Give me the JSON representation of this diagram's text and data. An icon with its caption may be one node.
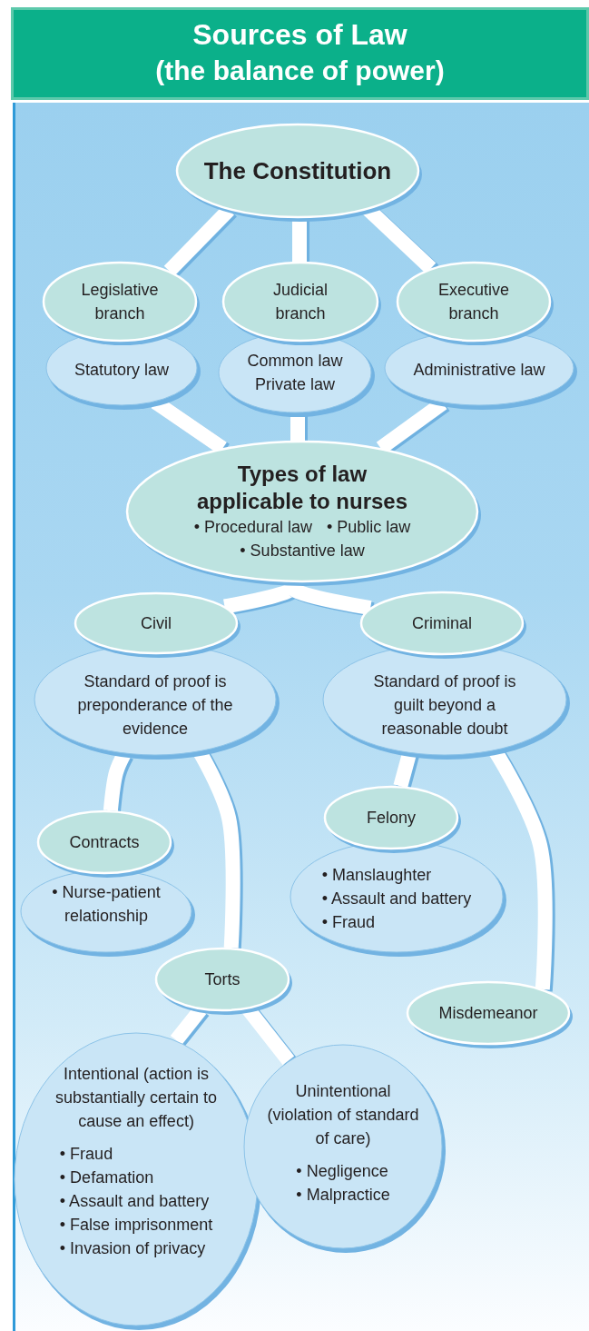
{
  "diagram": {
    "title": "Sources of Law",
    "nodes": [
      {
        "text": [
          "The Constitution"
        ]
      },
      {
        "text": [
          "Legislative branch"
        ]
      },
      {
        "text": [
          "Statutory law"
        ]
      },
      {
        "text": [
          "Judicial branch"
        ]
      },
      {
        "text": [
          "Common law",
          "Private law"
        ]
      },
      {
        "text": [
          "Executive branch"
        ]
      },
      {
        "text": [
          "Administrative law"
        ]
      },
      {
        "text": [
          "Types of law applicable to nurses",
          "• Procedural law",
          "• Public law",
          "• Substantive law"
        ]
      },
      {
        "text": [
          "Civil"
        ]
      },
      {
        "text": [
          "Standard of proof is preponderance of the evidence"
        ]
      },
      {
        "text": [
          "Criminal"
        ]
      },
      {
        "text": [
          "Standard of proof is guilt beyond a reasonable doubt"
        ]
      },
      {
        "text": [
          "Contracts"
        ]
      },
      {
        "text": [
          "• Nurse-patient relationship"
        ]
      },
      {
        "text": [
          "Felony"
        ]
      },
      {
        "text": [
          "• Manslaughter",
          "• Assault and battery",
          "• Fraud"
        ]
      },
      {
        "text": [
          "Torts"
        ]
      },
      {
        "text": [
          "Misdemeanor"
        ]
      },
      {
        "text": [
          "Intentional (action is substantially certain to cause an effect)",
          "• Fraud",
          "• Defamation",
          "• Assault and battery",
          "• False imprisonment",
          "• Invasion of privacy"
        ]
      },
      {
        "text": [
          "Unintentional (violation of standard of care)",
          "• Negligence",
          "• Malpractice"
        ]
      }
    ],
    "edges": [
      {
        "from": 0,
        "to": 1,
        "arrow": "none"
      },
      {
        "from": 0,
        "to": 3,
        "arrow": "none"
      },
      {
        "from": 0,
        "to": 5,
        "arrow": "none"
      },
      {
        "from": 2,
        "to": 7,
        "arrow": "none"
      },
      {
        "from": 4,
        "to": 7,
        "arrow": "none"
      },
      {
        "from": 6,
        "to": 7,
        "arrow": "none"
      },
      {
        "from": 7,
        "to": 8,
        "arrow": "none"
      },
      {
        "from": 7,
        "to": 10,
        "arrow": "none"
      },
      {
        "from": 9,
        "to": 12,
        "arrow": "none"
      },
      {
        "from": 9,
        "to": 16,
        "arrow": "none"
      },
      {
        "from": 11,
        "to": 14,
        "arrow": "none"
      },
      {
        "from": 11,
        "to": 17,
        "arrow": "none"
      },
      {
        "from": 16,
        "to": 18,
        "arrow": "none"
      },
      {
        "from": 16,
        "to": 19,
        "arrow": "none"
      }
    ],
    "labels": [
      "(the balance of power)"
    ]
  }
}
